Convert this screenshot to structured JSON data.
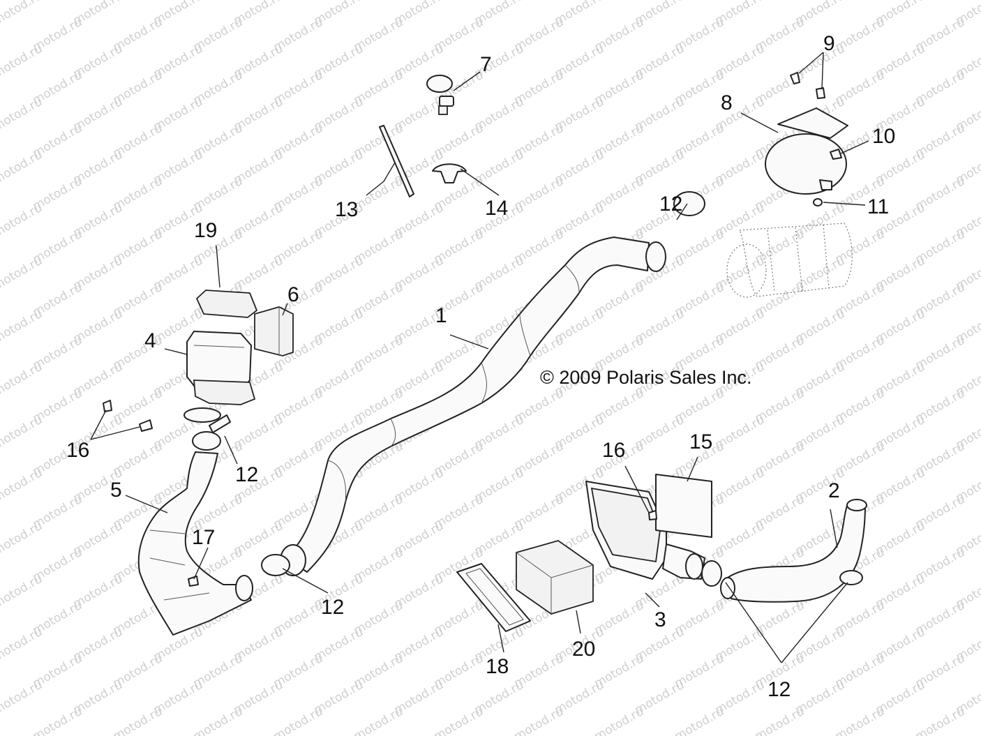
{
  "diagram": {
    "copyright": "© 2009 Polaris Sales Inc.",
    "watermark": "motod.ru",
    "callouts": {
      "c1": "1",
      "c2": "2",
      "c3": "3",
      "c4": "4",
      "c5": "5",
      "c6": "6",
      "c7": "7",
      "c8": "8",
      "c9": "9",
      "c10": "10",
      "c11": "11",
      "c12a": "12",
      "c12b": "12",
      "c12c": "12",
      "c12d": "12",
      "c13": "13",
      "c14": "14",
      "c15": "15",
      "c16a": "16",
      "c16b": "16",
      "c17": "17",
      "c18": "18",
      "c19": "19",
      "c20": "20"
    }
  }
}
